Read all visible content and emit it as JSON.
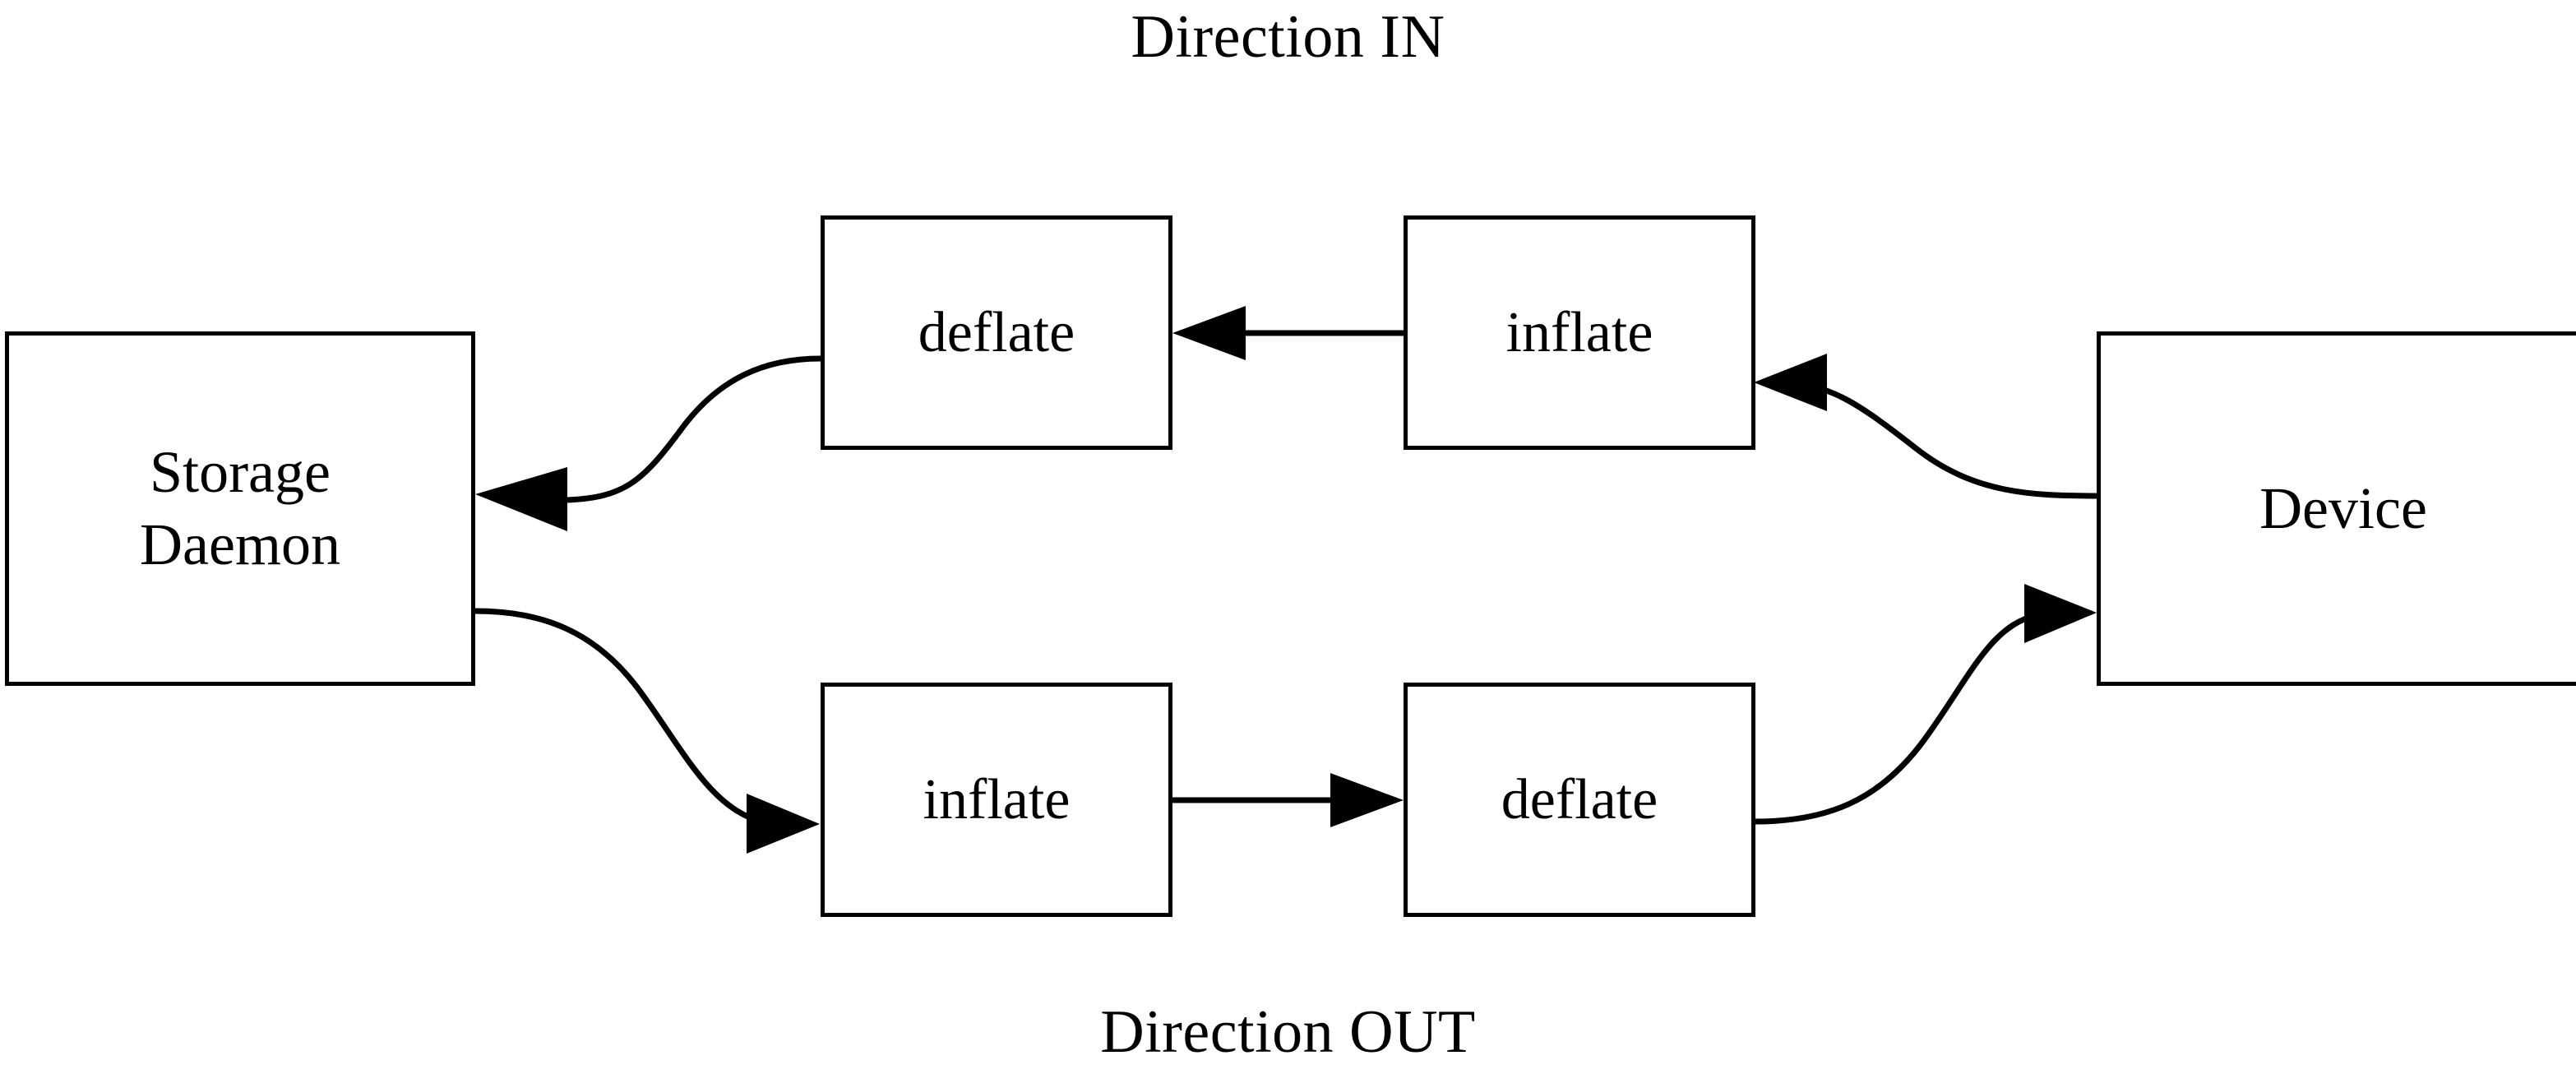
{
  "diagram": {
    "title_top": "Direction IN",
    "title_bottom": "Direction OUT",
    "accent_color": "#000000",
    "background_color": "#ffffff",
    "nodes": {
      "storage_daemon": {
        "line1": "Storage",
        "line2": "Daemon"
      },
      "device": {
        "label": "Device"
      },
      "deflate_in": {
        "label": "deflate"
      },
      "inflate_in": {
        "label": "inflate"
      },
      "inflate_out": {
        "label": "inflate"
      },
      "deflate_out": {
        "label": "deflate"
      }
    },
    "edges": [
      {
        "id": "device-to-inflate-in",
        "from": "Device",
        "to": "inflate",
        "direction": "IN",
        "shape": "curve",
        "arrow": "left"
      },
      {
        "id": "inflate-in-to-deflate-in",
        "from": "inflate",
        "to": "deflate",
        "direction": "IN",
        "shape": "straight",
        "arrow": "left"
      },
      {
        "id": "deflate-in-to-storage",
        "from": "deflate",
        "to": "Storage Daemon",
        "direction": "IN",
        "shape": "curve",
        "arrow": "left"
      },
      {
        "id": "storage-to-inflate-out",
        "from": "Storage Daemon",
        "to": "inflate",
        "direction": "OUT",
        "shape": "curve",
        "arrow": "right"
      },
      {
        "id": "inflate-out-to-deflate-out",
        "from": "inflate",
        "to": "deflate",
        "direction": "OUT",
        "shape": "straight",
        "arrow": "right"
      },
      {
        "id": "deflate-out-to-device",
        "from": "deflate",
        "to": "Device",
        "direction": "OUT",
        "shape": "curve",
        "arrow": "right"
      }
    ]
  }
}
